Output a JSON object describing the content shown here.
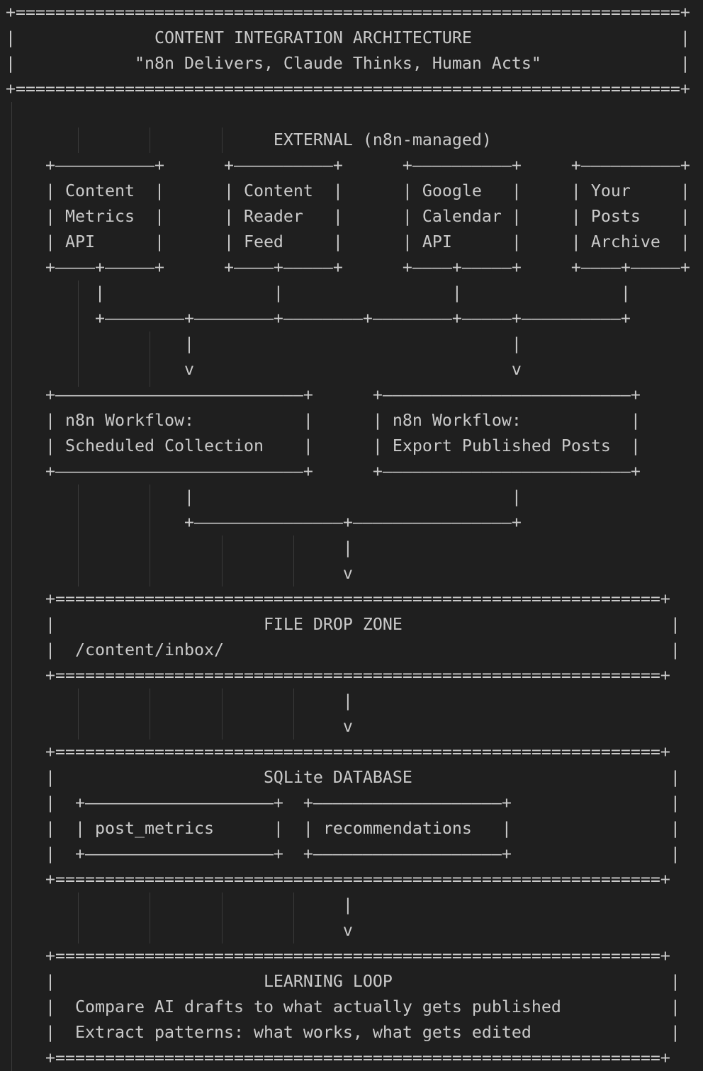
{
  "colors": {
    "background": "#1f1f1f",
    "text": "#cacaca",
    "indent_guide": "#3a3a3a"
  },
  "diagram": {
    "title": "CONTENT INTEGRATION ARCHITECTURE",
    "subtitle": "\"n8n Delivers, Claude Thinks, Human Acts\"",
    "external_section_label": "EXTERNAL (n8n-managed)",
    "external_sources": [
      "Content Metrics API",
      "Content Reader Feed",
      "Google Calendar API",
      "Your Posts Archive"
    ],
    "workflows": [
      "n8n Workflow: Scheduled Collection",
      "n8n Workflow: Export Published Posts"
    ],
    "file_drop_zone": {
      "label": "FILE DROP ZONE",
      "path": "/content/inbox/"
    },
    "database": {
      "label": "SQLite DATABASE",
      "tables": [
        "post_metrics",
        "recommendations"
      ]
    },
    "learning_loop": {
      "label": "LEARNING LOOP",
      "lines": [
        "Compare AI drafts to what actually gets published",
        "Extract patterns: what works, what gets edited"
      ]
    }
  },
  "ascii_lines": [
    "+===================================================================+",
    "|              CONTENT INTEGRATION ARCHITECTURE                     |",
    "|            \"n8n Delivers, Claude Thinks, Human Acts\"              |",
    "+===================================================================+",
    "",
    "                           EXTERNAL (n8n-managed)",
    "    +——————————+      +——————————+      +——————————+     +——————————+",
    "    | Content  |      | Content  |      | Google   |     | Your     |",
    "    | Metrics  |      | Reader   |      | Calendar |     | Posts    |",
    "    | API      |      | Feed     |      | API      |     | Archive  |",
    "    +————+—————+      +————+—————+      +————+—————+     +————+—————+",
    "         |                 |                 |                |",
    "         +————————+————————+————————+————————+—————+——————————+",
    "                  |                                |",
    "                  v                                v",
    "    +—————————————————————————+      +—————————————————————————+",
    "    | n8n Workflow:           |      | n8n Workflow:           |",
    "    | Scheduled Collection    |      | Export Published Posts  |",
    "    +—————————————————————————+      +—————————————————————————+",
    "                  |                                |",
    "                  +———————————————+————————————————+",
    "                                  |",
    "                                  v",
    "    +=============================================================+",
    "    |                     FILE DROP ZONE                           |",
    "    |  /content/inbox/                                             |",
    "    +=============================================================+",
    "                                  |",
    "                                  v",
    "    +=============================================================+",
    "    |                     SQLite DATABASE                          |",
    "    |  +———————————————————+  +———————————————————+                |",
    "    |  | post_metrics      |  | recommendations   |                |",
    "    |  +———————————————————+  +———————————————————+                |",
    "    +=============================================================+",
    "                                  |",
    "                                  v",
    "    +=============================================================+",
    "    |                     LEARNING LOOP                            |",
    "    |  Compare AI drafts to what actually gets published           |",
    "    |  Extract patterns: what works, what gets edited              |",
    "    +=============================================================+"
  ]
}
